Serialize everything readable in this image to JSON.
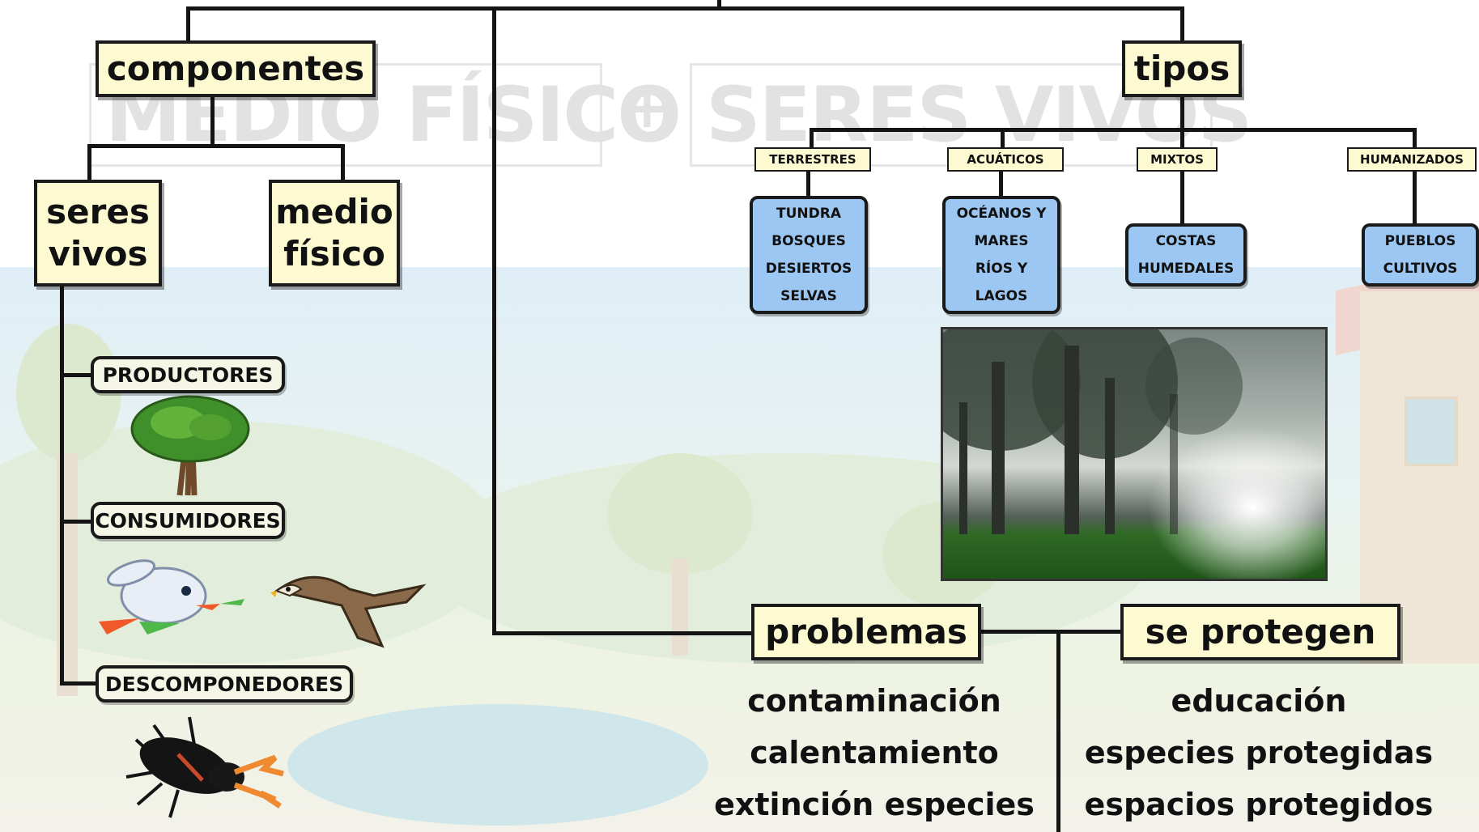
{
  "concept_map": {
    "components_label": "componentes",
    "types_label": "tipos",
    "living_beings_label": "seres vivos",
    "physical_medium_label": "medio físico",
    "roles": [
      "PRODUCTORES",
      "CONSUMIDORES",
      "DESCOMPONEDORES"
    ],
    "ecosystem_types": [
      {
        "label": "TERRESTRES",
        "examples": [
          "TUNDRA",
          "BOSQUES",
          "DESIERTOS",
          "SELVAS"
        ]
      },
      {
        "label": "ACUÁTICOS",
        "examples": [
          "OCÉANOS Y",
          "MARES",
          "RÍOS Y",
          "LAGOS"
        ]
      },
      {
        "label": "MIXTOS",
        "examples": [
          "COSTAS",
          "HUMEDALES"
        ]
      },
      {
        "label": "HUMANIZADOS",
        "examples": [
          "PUEBLOS",
          "CULTIVOS"
        ]
      }
    ],
    "problems_label": "problemas",
    "problems": [
      "contaminación",
      "calentamiento",
      "extinción especies"
    ],
    "protection_label": "se protegen",
    "protections": [
      "educación",
      "especies protegidas",
      "espacios protegidos"
    ]
  },
  "watermark": {
    "left": "MEDIO FÍSICO",
    "plus": "+",
    "right": "SERES VIVOS"
  }
}
